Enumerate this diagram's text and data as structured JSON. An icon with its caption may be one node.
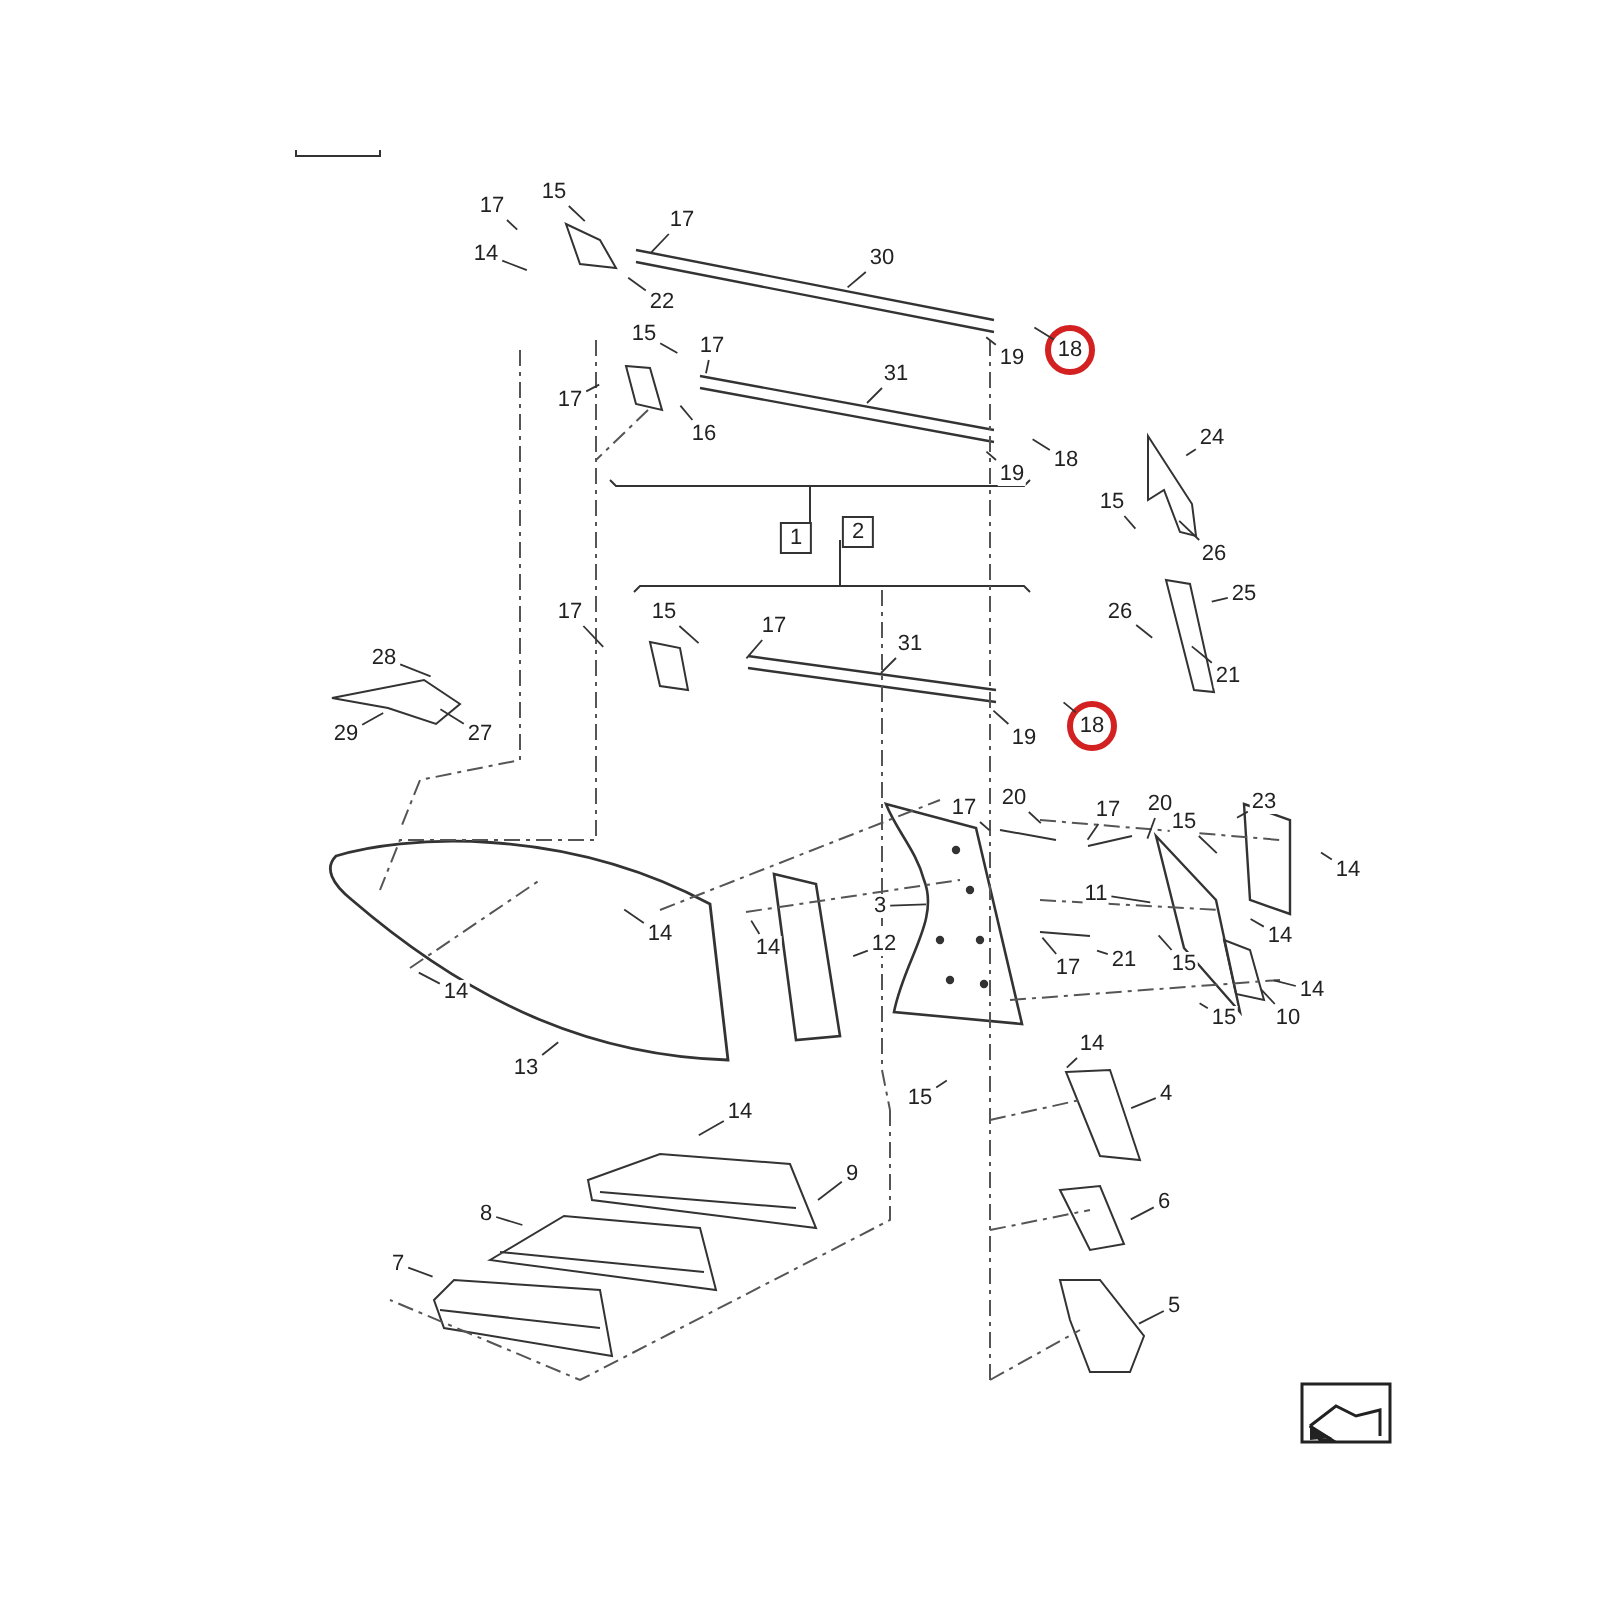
{
  "diagram": {
    "nodes": [
      {
        "text": [
          "15"
        ]
      },
      {
        "text": [
          "17"
        ]
      },
      {
        "text": [
          "17"
        ]
      },
      {
        "text": [
          "14"
        ]
      },
      {
        "text": [
          "30"
        ]
      },
      {
        "text": [
          "22"
        ]
      },
      {
        "text": [
          "18"
        ]
      },
      {
        "text": [
          "19"
        ]
      },
      {
        "text": [
          "15"
        ]
      },
      {
        "text": [
          "17"
        ]
      },
      {
        "text": [
          "31"
        ]
      },
      {
        "text": [
          "17"
        ]
      },
      {
        "text": [
          "16"
        ]
      },
      {
        "text": [
          "18"
        ]
      },
      {
        "text": [
          "19"
        ]
      },
      {
        "text": [
          "24"
        ]
      },
      {
        "text": [
          "15"
        ]
      },
      {
        "text": [
          "26"
        ]
      },
      {
        "text": [
          "1"
        ]
      },
      {
        "text": [
          "2"
        ]
      },
      {
        "text": [
          "25"
        ]
      },
      {
        "text": [
          "26"
        ]
      },
      {
        "text": [
          "21"
        ]
      },
      {
        "text": [
          "17"
        ]
      },
      {
        "text": [
          "15"
        ]
      },
      {
        "text": [
          "17"
        ]
      },
      {
        "text": [
          "31"
        ]
      },
      {
        "text": [
          "28"
        ]
      },
      {
        "text": [
          "29"
        ]
      },
      {
        "text": [
          "27"
        ]
      },
      {
        "text": [
          "19"
        ]
      },
      {
        "text": [
          "18"
        ]
      },
      {
        "text": [
          "17"
        ]
      },
      {
        "text": [
          "20"
        ]
      },
      {
        "text": [
          "17"
        ]
      },
      {
        "text": [
          "20"
        ]
      },
      {
        "text": [
          "15"
        ]
      },
      {
        "text": [
          "23"
        ]
      },
      {
        "text": [
          "14"
        ]
      },
      {
        "text": [
          "3"
        ]
      },
      {
        "text": [
          "14"
        ]
      },
      {
        "text": [
          "14"
        ]
      },
      {
        "text": [
          "12"
        ]
      },
      {
        "text": [
          "11"
        ]
      },
      {
        "text": [
          "21"
        ]
      },
      {
        "text": [
          "14"
        ]
      },
      {
        "text": [
          "17"
        ]
      },
      {
        "text": [
          "15"
        ]
      },
      {
        "text": [
          "14"
        ]
      },
      {
        "text": [
          "14"
        ]
      },
      {
        "text": [
          "15"
        ]
      },
      {
        "text": [
          "10"
        ]
      },
      {
        "text": [
          "13"
        ]
      },
      {
        "text": [
          "14"
        ]
      },
      {
        "text": [
          "15"
        ]
      },
      {
        "text": [
          "4"
        ]
      },
      {
        "text": [
          "14"
        ]
      },
      {
        "text": [
          "9"
        ]
      },
      {
        "text": [
          "8"
        ]
      },
      {
        "text": [
          "6"
        ]
      },
      {
        "text": [
          "7"
        ]
      },
      {
        "text": [
          "5"
        ]
      }
    ],
    "edges": [
      {
        "from": 0,
        "to": null,
        "arrow": "none"
      },
      {
        "from": 1,
        "to": null,
        "arrow": "none"
      },
      {
        "from": 2,
        "to": null,
        "arrow": "none"
      },
      {
        "from": 3,
        "to": null,
        "arrow": "none"
      },
      {
        "from": 4,
        "to": null,
        "arrow": "none"
      },
      {
        "from": 5,
        "to": null,
        "arrow": "none"
      },
      {
        "from": 6,
        "to": null,
        "arrow": "none"
      },
      {
        "from": 7,
        "to": null,
        "arrow": "none"
      },
      {
        "from": 8,
        "to": null,
        "arrow": "none"
      },
      {
        "from": 9,
        "to": null,
        "arrow": "none"
      },
      {
        "from": 10,
        "to": null,
        "arrow": "none"
      },
      {
        "from": 11,
        "to": null,
        "arrow": "none"
      },
      {
        "from": 12,
        "to": null,
        "arrow": "none"
      },
      {
        "from": 13,
        "to": null,
        "arrow": "none"
      },
      {
        "from": 14,
        "to": null,
        "arrow": "none"
      },
      {
        "from": 15,
        "to": null,
        "arrow": "none"
      },
      {
        "from": 16,
        "to": null,
        "arrow": "none"
      },
      {
        "from": 17,
        "to": null,
        "arrow": "none"
      },
      {
        "from": 20,
        "to": null,
        "arrow": "none"
      },
      {
        "from": 21,
        "to": null,
        "arrow": "none"
      },
      {
        "from": 22,
        "to": null,
        "arrow": "none"
      },
      {
        "from": 23,
        "to": null,
        "arrow": "none"
      },
      {
        "from": 24,
        "to": null,
        "arrow": "none"
      },
      {
        "from": 25,
        "to": null,
        "arrow": "none"
      },
      {
        "from": 26,
        "to": null,
        "arrow": "none"
      },
      {
        "from": 27,
        "to": null,
        "arrow": "none"
      },
      {
        "from": 28,
        "to": null,
        "arrow": "none"
      },
      {
        "from": 29,
        "to": null,
        "arrow": "none"
      },
      {
        "from": 30,
        "to": null,
        "arrow": "none"
      },
      {
        "from": 31,
        "to": null,
        "arrow": "none"
      },
      {
        "from": 32,
        "to": null,
        "arrow": "none"
      },
      {
        "from": 33,
        "to": null,
        "arrow": "none"
      },
      {
        "from": 34,
        "to": null,
        "arrow": "none"
      },
      {
        "from": 35,
        "to": null,
        "arrow": "none"
      },
      {
        "from": 36,
        "to": null,
        "arrow": "none"
      },
      {
        "from": 37,
        "to": null,
        "arrow": "none"
      },
      {
        "from": 38,
        "to": null,
        "arrow": "none"
      },
      {
        "from": 39,
        "to": null,
        "arrow": "none"
      },
      {
        "from": 40,
        "to": null,
        "arrow": "none"
      },
      {
        "from": 41,
        "to": null,
        "arrow": "none"
      },
      {
        "from": 42,
        "to": null,
        "arrow": "none"
      },
      {
        "from": 43,
        "to": null,
        "arrow": "none"
      },
      {
        "from": 44,
        "to": null,
        "arrow": "none"
      },
      {
        "from": 45,
        "to": null,
        "arrow": "none"
      },
      {
        "from": 46,
        "to": null,
        "arrow": "none"
      },
      {
        "from": 47,
        "to": null,
        "arrow": "none"
      },
      {
        "from": 48,
        "to": null,
        "arrow": "none"
      },
      {
        "from": 49,
        "to": null,
        "arrow": "none"
      },
      {
        "from": 50,
        "to": null,
        "arrow": "none"
      },
      {
        "from": 51,
        "to": null,
        "arrow": "none"
      },
      {
        "from": 52,
        "to": null,
        "arrow": "none"
      },
      {
        "from": 53,
        "to": null,
        "arrow": "none"
      },
      {
        "from": 54,
        "to": null,
        "arrow": "none"
      },
      {
        "from": 55,
        "to": null,
        "arrow": "none"
      },
      {
        "from": 56,
        "to": null,
        "arrow": "none"
      },
      {
        "from": 57,
        "to": null,
        "arrow": "none"
      },
      {
        "from": 58,
        "to": null,
        "arrow": "none"
      },
      {
        "from": 59,
        "to": null,
        "arrow": "none"
      },
      {
        "from": 60,
        "to": null,
        "arrow": "none"
      },
      {
        "from": 61,
        "to": null,
        "arrow": "none"
      }
    ]
  }
}
